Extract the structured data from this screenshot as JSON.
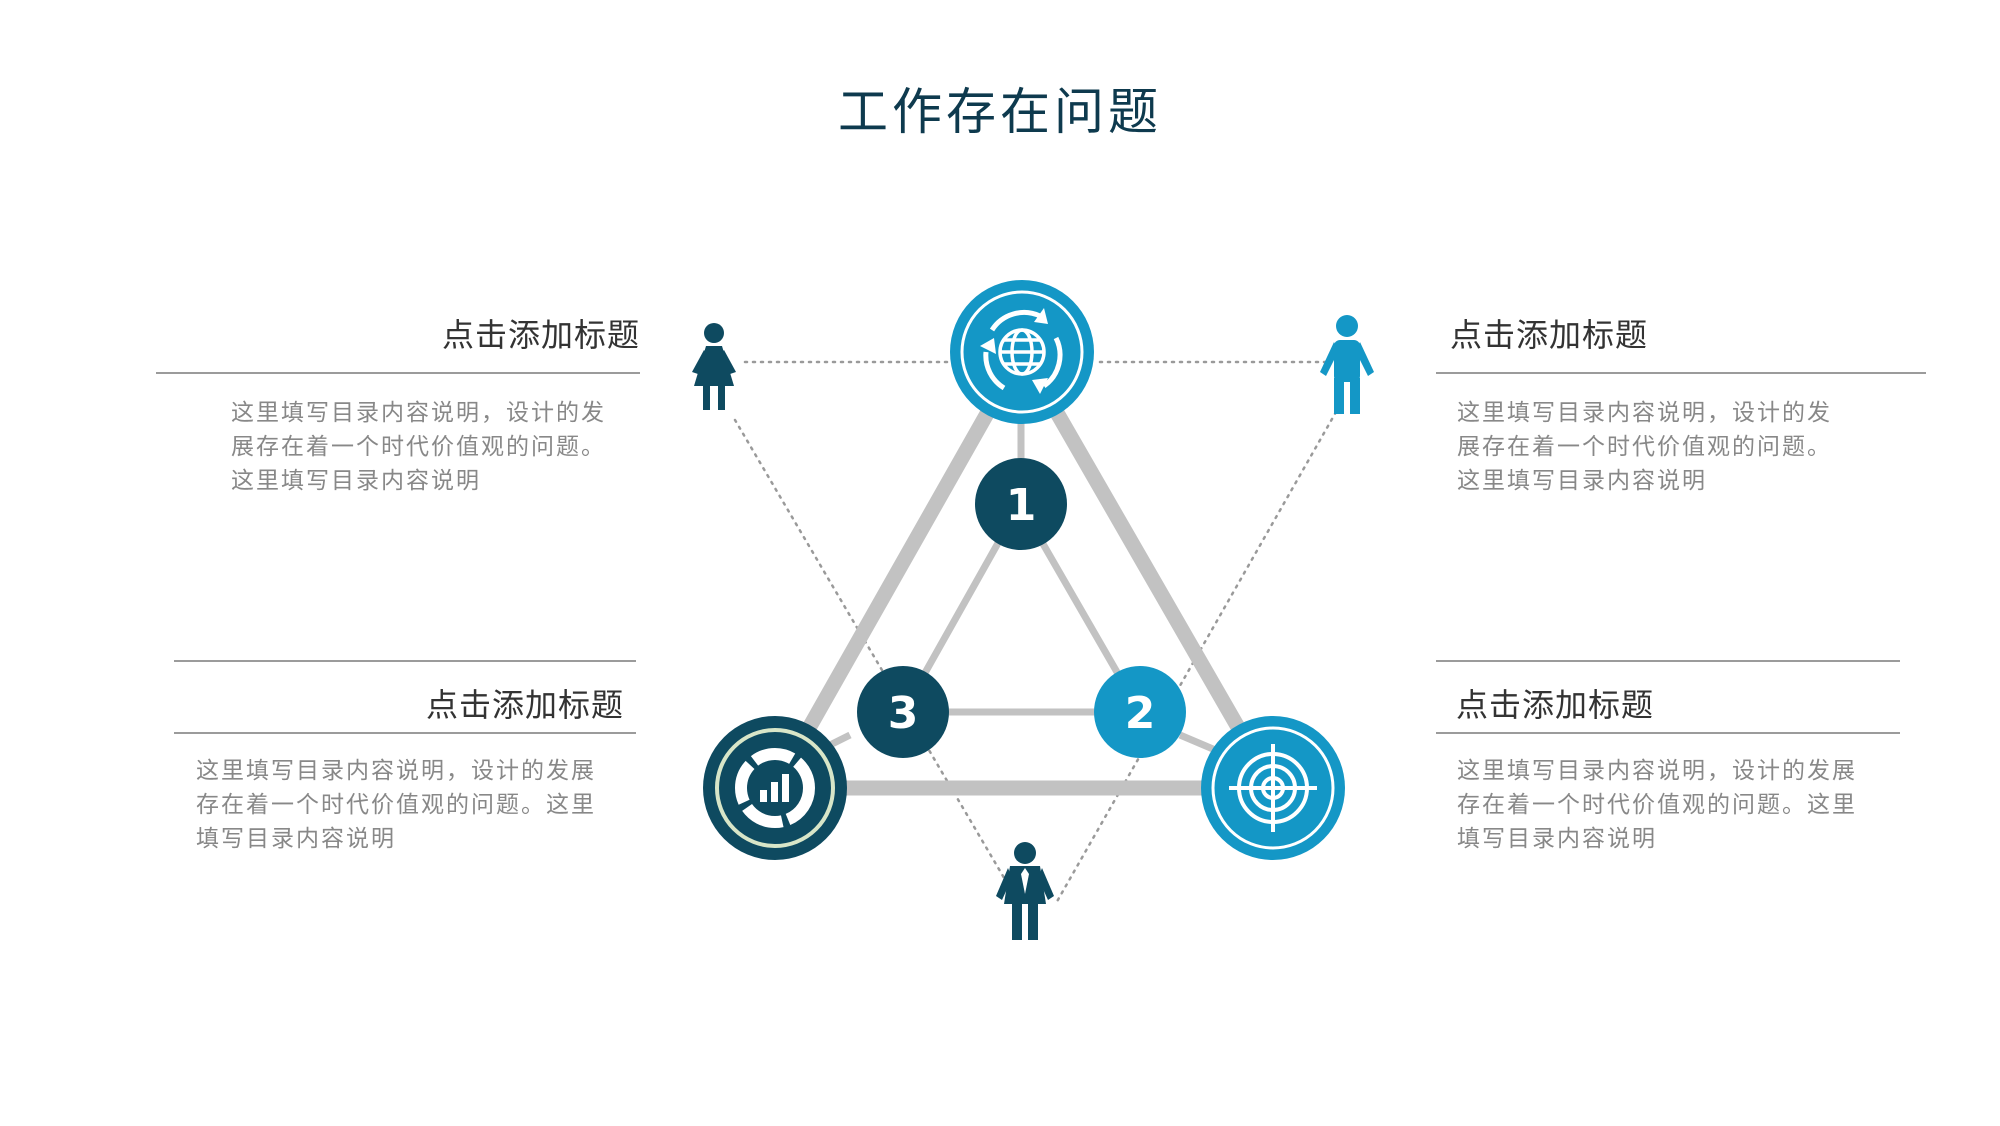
{
  "title": "工作存在问题",
  "colors": {
    "dark": "#0e4a60",
    "accent": "#1497c6",
    "gray": "#c2c2c2",
    "text": "#333333",
    "muted": "#888888"
  },
  "blocks": [
    {
      "heading": "点击添加标题",
      "lines": [
        "这里填写目录内容说明，设计的发",
        "展存在着一个时代价值观的问题。",
        "这里填写目录内容说明"
      ]
    },
    {
      "heading": "点击添加标题",
      "lines": [
        "这里填写目录内容说明，设计的发",
        "展存在着一个时代价值观的问题。",
        "这里填写目录内容说明"
      ]
    },
    {
      "heading": "点击添加标题",
      "lines": [
        "这里填写目录内容说明，设计的发展",
        "存在着一个时代价值观的问题。这里",
        "填写目录内容说明"
      ]
    },
    {
      "heading": "点击添加标题",
      "lines": [
        "这里填写目录内容说明，设计的发展",
        "存在着一个时代价值观的问题。这里",
        "填写目录内容说明"
      ]
    }
  ],
  "badges": [
    "1",
    "2",
    "3"
  ],
  "icons": [
    "globe-refresh-icon",
    "target-icon",
    "chart-icon",
    "woman-icon",
    "man-icon",
    "businessman-icon"
  ]
}
